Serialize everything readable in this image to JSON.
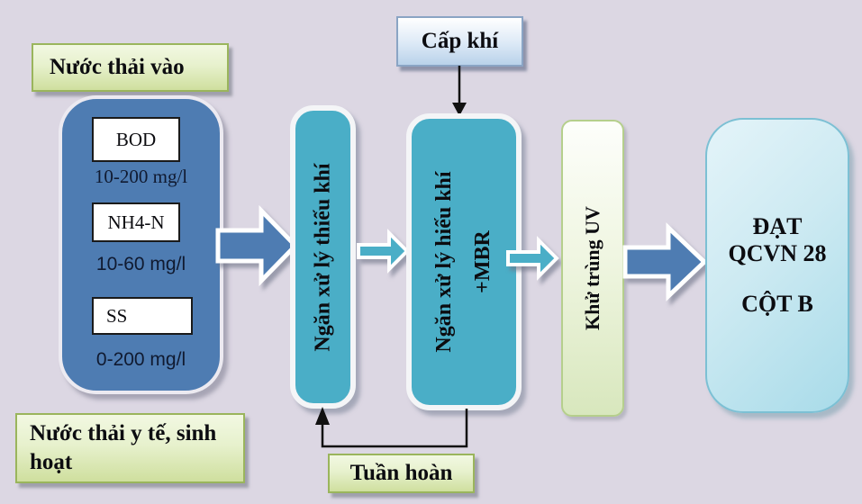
{
  "colors": {
    "background": "#dcd7e3",
    "steel_blue": "#4e7cb2",
    "teal": "#4aaec7",
    "green_box_border": "#9ab55c",
    "air_box_border": "#8aa4c4",
    "output_box_border": "#7cc0d4",
    "connector_black": "#111111",
    "text": "#0c0c10"
  },
  "labels": {
    "air_supply": "Cấp khí",
    "influent": "Nước thải vào",
    "source": "Nước thải y tế, sinh hoạt",
    "recirculation": "Tuần hoàn"
  },
  "influent_parameters": [
    {
      "name": "BOD",
      "range": "10-200 mg/l"
    },
    {
      "name": "NH4-N",
      "range": "10-60 mg/l"
    },
    {
      "name": "SS",
      "range": "0-200 mg/l"
    }
  ],
  "stages": [
    {
      "label": "Ngăn xử lý thiếu khí"
    },
    {
      "label": "Ngăn xử lý hiếu khí",
      "sublabel": "+MBR"
    },
    {
      "label": "Khử trùng UV"
    }
  ],
  "output": {
    "line1": "ĐẠT",
    "line2": "QCVN 28",
    "line3": "CỘT B"
  },
  "icons": {
    "flow_arrow": "block-arrow-right",
    "air_arrow": "arrow-down",
    "recirculation_arrow": "elbow-arrow-up"
  }
}
